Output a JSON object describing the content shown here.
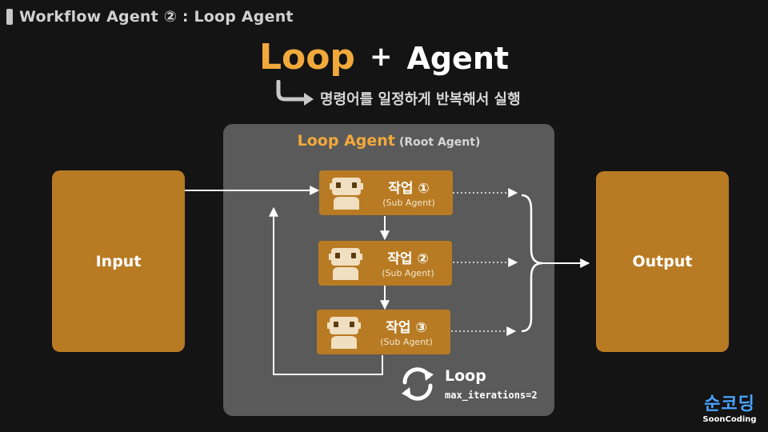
{
  "header": {
    "text": "Workflow Agent ② : Loop Agent"
  },
  "title": {
    "loop": "Loop",
    "plus": "+",
    "agent": "Agent"
  },
  "subtitle": "명령어를 일정하게 반복해서 실행",
  "root": {
    "name": "Loop Agent",
    "sub": "(Root Agent)"
  },
  "input": {
    "label": "Input"
  },
  "output": {
    "label": "Output"
  },
  "tasks": [
    {
      "label": "작업 ①",
      "sub": "(Sub Agent)"
    },
    {
      "label": "작업 ②",
      "sub": "(Sub Agent)"
    },
    {
      "label": "작업 ③",
      "sub": "(Sub Agent)"
    }
  ],
  "loop": {
    "label": "Loop",
    "iterations": "max_iterations=2"
  },
  "logo": {
    "main": "순코딩",
    "sub": "SoonCoding"
  },
  "colors": {
    "accent": "#f2a93b",
    "box": "#b87b23",
    "panel": "#5a5a5a",
    "background": "#141414"
  },
  "icons": [
    "robot-icon",
    "loop-arrows-icon",
    "curved-arrow-icon"
  ]
}
